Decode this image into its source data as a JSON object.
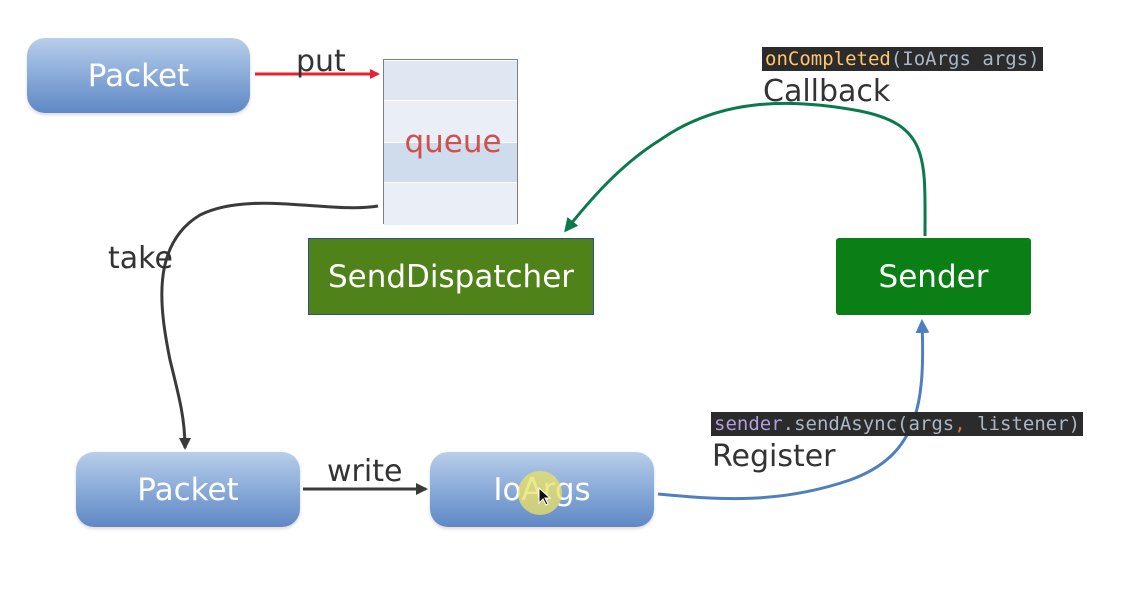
{
  "nodes": {
    "packet_top": "Packet",
    "queue": "queue",
    "send_dispatcher": "SendDispatcher",
    "sender": "Sender",
    "packet_bottom": "Packet",
    "ioargs": "IoArgs"
  },
  "edges": {
    "put": "put",
    "take": "take",
    "write": "write",
    "callback": "Callback",
    "register": "Register"
  },
  "code": {
    "callback": {
      "method": "onCompleted",
      "open_paren": "(",
      "type": "IoArgs",
      "param": "args",
      "close_paren": ")"
    },
    "register": {
      "object": "sender",
      "method": ".sendAsync(",
      "arg1": "args",
      "comma": ",",
      "arg2": "listener",
      "close_paren": ")"
    }
  },
  "colors": {
    "put_arrow": "#e8222b",
    "callback_arrow": "#0b7a4b",
    "register_arrow": "#4e7fbf",
    "take_arrow": "#3a3a3a",
    "send_dispatcher_fill": "#4f8219",
    "sender_fill": "#0a7f16"
  }
}
